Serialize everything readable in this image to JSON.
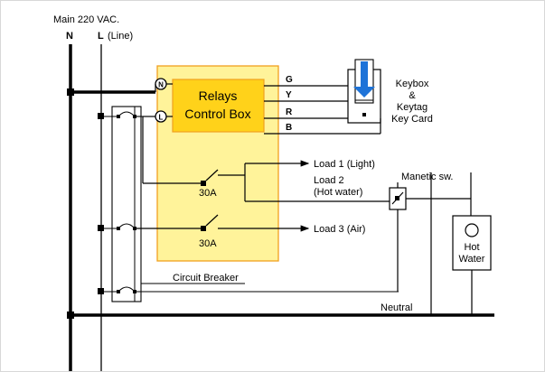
{
  "supply": {
    "main_label": "Main 220 VAC.",
    "n_label": "N",
    "l_label": "L",
    "l_suffix": "(Line)"
  },
  "control_box": {
    "line1": "Relays",
    "line2": "Control Box",
    "n_terminal": "N",
    "l_terminal": "L",
    "box_color": "#fff39a",
    "inner_color": "#ffd21a",
    "border_color": "#f0a020"
  },
  "wires": [
    "G",
    "Y",
    "R",
    "B"
  ],
  "keybox": {
    "line1": "Keybox",
    "line2": "&",
    "line3": "Keytag",
    "line4": "Key Card",
    "arrow_color": "#1e73d8"
  },
  "relays": [
    {
      "rating": "30A"
    },
    {
      "rating": "30A"
    }
  ],
  "loads": {
    "load1": "Load 1 (Light)",
    "load2_line1": "Load 2",
    "load2_line2": "(Hot water)",
    "load3": "Load 3 (Air)"
  },
  "magnetic_switch": "Manetic sw.",
  "heater": {
    "line1": "Hot",
    "line2": "Water"
  },
  "breaker_label": "Circuit Breaker",
  "neutral_label": "Neutral"
}
